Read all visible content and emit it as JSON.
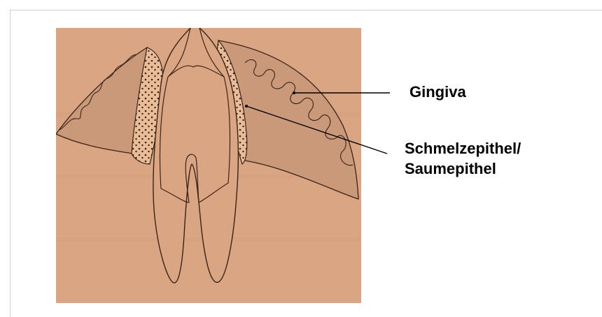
{
  "labels": {
    "gingiva": "Gingiva",
    "schmelzepithel_line1": "Schmelzepithel/",
    "schmelzepithel_line2": "Saumepithel"
  },
  "colors": {
    "background_paper": "#d9a583",
    "gingiva_fill": "#c9997a",
    "epithelium_fill": "#e8bd98",
    "outline": "#3a2418",
    "leader_line": "#000000"
  }
}
